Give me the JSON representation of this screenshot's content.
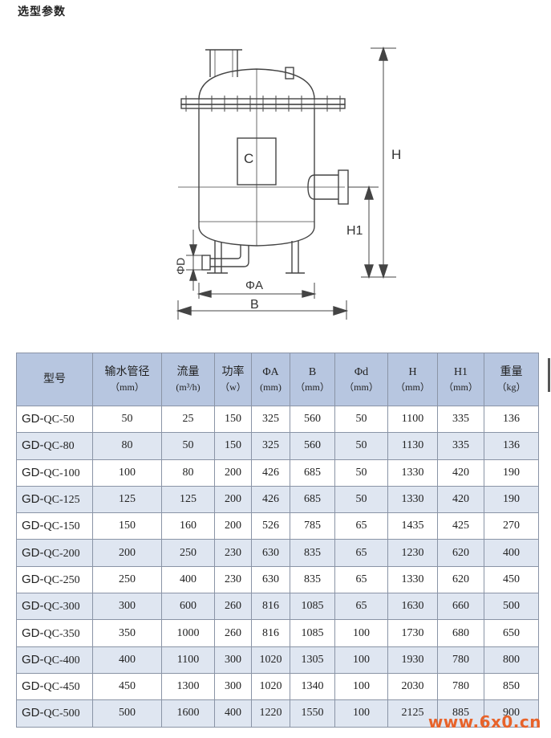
{
  "page_title": "选型参数",
  "diagram": {
    "label_c": "C",
    "label_h": "H",
    "label_h1": "H1",
    "label_phi_d": "ΦD",
    "label_phi_a": "ΦA",
    "label_b": "B"
  },
  "table": {
    "headers": [
      {
        "name": "型号",
        "unit": ""
      },
      {
        "name": "输水管径",
        "unit": "（mm）"
      },
      {
        "name": "流量",
        "unit": "(m³/h)"
      },
      {
        "name": "功率",
        "unit": "（w）"
      },
      {
        "name": "ΦA",
        "unit": "(mm)"
      },
      {
        "name": "B",
        "unit": "（mm）"
      },
      {
        "name": "Φd",
        "unit": "（mm）"
      },
      {
        "name": "H",
        "unit": "（mm）"
      },
      {
        "name": "H1",
        "unit": "（mm）"
      },
      {
        "name": "重量",
        "unit": "（kg）"
      }
    ],
    "rows": [
      {
        "prefix": "GD-",
        "suffix": "QC-50",
        "dn": "50",
        "flow": "25",
        "power": "150",
        "a": "325",
        "b": "560",
        "d": "50",
        "h": "1100",
        "h1": "335",
        "weight": "136"
      },
      {
        "prefix": "GD-",
        "suffix": "QC-80",
        "dn": "80",
        "flow": "50",
        "power": "150",
        "a": "325",
        "b": "560",
        "d": "50",
        "h": "1130",
        "h1": "335",
        "weight": "136"
      },
      {
        "prefix": "GD-",
        "suffix": "QC-100",
        "dn": "100",
        "flow": "80",
        "power": "200",
        "a": "426",
        "b": "685",
        "d": "50",
        "h": "1330",
        "h1": "420",
        "weight": "190"
      },
      {
        "prefix": "GD-",
        "suffix": "QC-125",
        "dn": "125",
        "flow": "125",
        "power": "200",
        "a": "426",
        "b": "685",
        "d": "50",
        "h": "1330",
        "h1": "420",
        "weight": "190"
      },
      {
        "prefix": "GD-",
        "suffix": "QC-150",
        "dn": "150",
        "flow": "160",
        "power": "200",
        "a": "526",
        "b": "785",
        "d": "65",
        "h": "1435",
        "h1": "425",
        "weight": "270"
      },
      {
        "prefix": "GD-",
        "suffix": "QC-200",
        "dn": "200",
        "flow": "250",
        "power": "230",
        "a": "630",
        "b": "835",
        "d": "65",
        "h": "1230",
        "h1": "620",
        "weight": "400"
      },
      {
        "prefix": "GD-",
        "suffix": "QC-250",
        "dn": "250",
        "flow": "400",
        "power": "230",
        "a": "630",
        "b": "835",
        "d": "65",
        "h": "1330",
        "h1": "620",
        "weight": "450"
      },
      {
        "prefix": "GD-",
        "suffix": "QC-300",
        "dn": "300",
        "flow": "600",
        "power": "260",
        "a": "816",
        "b": "1085",
        "d": "65",
        "h": "1630",
        "h1": "660",
        "weight": "500"
      },
      {
        "prefix": "GD-",
        "suffix": "QC-350",
        "dn": "350",
        "flow": "1000",
        "power": "260",
        "a": "816",
        "b": "1085",
        "d": "100",
        "h": "1730",
        "h1": "680",
        "weight": "650"
      },
      {
        "prefix": "GD-",
        "suffix": "QC-400",
        "dn": "400",
        "flow": "1100",
        "power": "300",
        "a": "1020",
        "b": "1305",
        "d": "100",
        "h": "1930",
        "h1": "780",
        "weight": "800"
      },
      {
        "prefix": "GD-",
        "suffix": "QC-450",
        "dn": "450",
        "flow": "1300",
        "power": "300",
        "a": "1020",
        "b": "1340",
        "d": "100",
        "h": "2030",
        "h1": "780",
        "weight": "850"
      },
      {
        "prefix": "GD-",
        "suffix": "QC-500",
        "dn": "500",
        "flow": "1600",
        "power": "400",
        "a": "1220",
        "b": "1550",
        "d": "100",
        "h": "2125",
        "h1": "885",
        "weight": "900"
      }
    ]
  },
  "watermark": "www.6x0.cn",
  "colors": {
    "header_bg": "#b7c6e0",
    "stripe_bg": "#dfe6f1",
    "watermark": "#e8632a"
  }
}
